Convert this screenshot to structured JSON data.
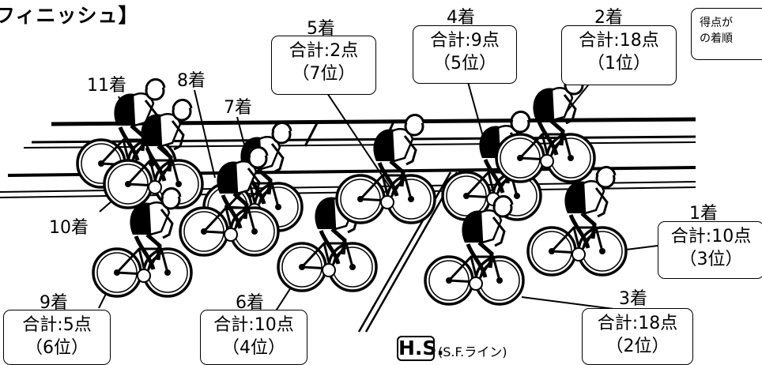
{
  "title": "フィニッシュ】",
  "note": {
    "line1": "得点が",
    "line2": "の着順"
  },
  "line_label": {
    "hs": "H.S.",
    "sf": "(S.F.ライン)"
  },
  "finishers": [
    {
      "rank": "11着"
    },
    {
      "rank": "8着"
    },
    {
      "rank": "7着"
    },
    {
      "rank": "10着"
    },
    {
      "rank": "5着",
      "points": "合計:2点",
      "place": "（7位）"
    },
    {
      "rank": "4着",
      "points": "合計:9点",
      "place": "（5位）"
    },
    {
      "rank": "2着",
      "points": "合計:18点",
      "place": "（1位）"
    },
    {
      "rank": "1着",
      "points": "合計:10点",
      "place": "（3位）"
    },
    {
      "rank": "9着",
      "points": "合計:5点",
      "place": "（6位）"
    },
    {
      "rank": "6着",
      "points": "合計:10点",
      "place": "（4位）"
    },
    {
      "rank": "3着",
      "points": "合計:18点",
      "place": "（2位）"
    }
  ],
  "colors": {
    "ink": "#000000",
    "paper": "#ffffff"
  }
}
